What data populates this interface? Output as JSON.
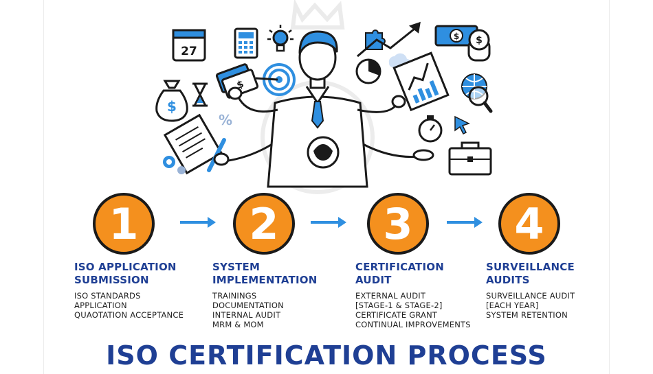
{
  "title": "ISO CERTIFICATION PROCESS",
  "colors": {
    "accent": "#f4901e",
    "title": "#1f3f94",
    "arrow": "#2f8fe0",
    "icon_blue": "#2f8fe0",
    "outline": "#1a1a1a"
  },
  "illustration": {
    "calendar_day": "27",
    "icons": [
      "calendar-icon",
      "calculator-icon",
      "lightbulb-icon",
      "puzzle-icon",
      "trend-arrow-icon",
      "cloud-icon",
      "money-stack-icon",
      "coins-icon",
      "money-bag-icon",
      "hourglass-icon",
      "cash-hand-icon",
      "target-icon",
      "pie-chart-icon",
      "chart-document-icon",
      "globe-magnifier-icon",
      "percent-icon",
      "signing-document-icon",
      "stopwatch-icon",
      "cursor-icon",
      "gears-icon",
      "briefcase-icon",
      "businessman-icon"
    ]
  },
  "steps": [
    {
      "number": "1",
      "title": "ISO APPLICATION\nSUBMISSION",
      "items": [
        "ISO STANDARDS",
        "APPLICATION",
        "QUAOTATION ACCEPTANCE"
      ]
    },
    {
      "number": "2",
      "title": "SYSTEM\nIMPLEMENTATION",
      "items": [
        "TRAININGS",
        "DOCUMENTATION",
        "INTERNAL AUDIT",
        "MRM & MOM"
      ]
    },
    {
      "number": "3",
      "title": "CERTIFICATION\nAUDIT",
      "items": [
        "EXTERNAL AUDIT",
        "[STAGE-1 & STAGE-2]",
        "CERTIFICATE GRANT",
        "CONTINUAL IMPROVEMENTS"
      ]
    },
    {
      "number": "4",
      "title": "SURVEILLANCE\nAUDITS",
      "items": [
        "SURVEILLANCE AUDIT",
        "[EACH YEAR]",
        "SYSTEM RETENTION"
      ]
    }
  ]
}
